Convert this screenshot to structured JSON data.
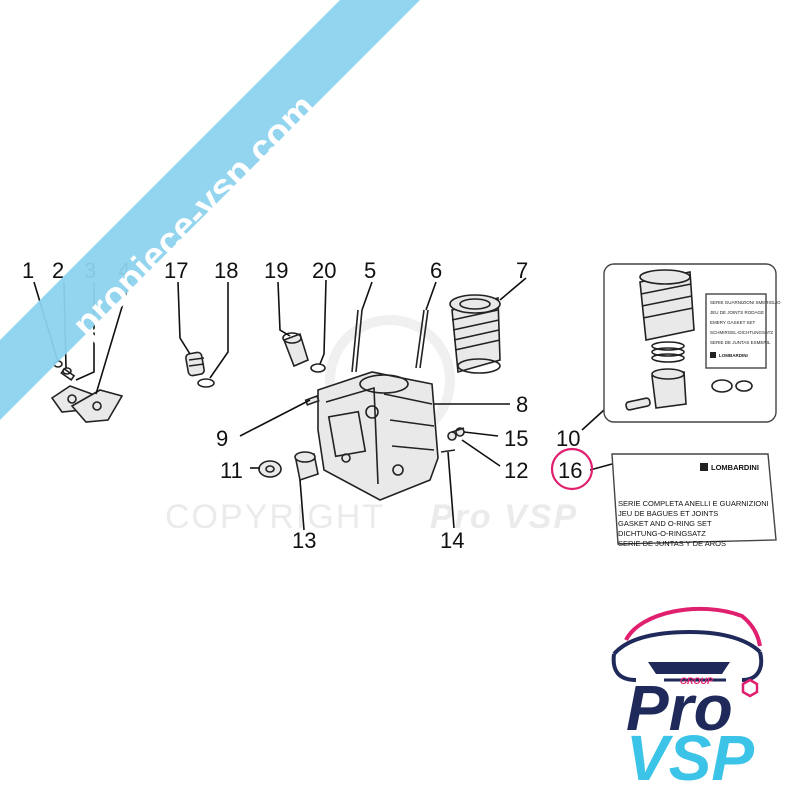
{
  "watermark": {
    "text": "propiece-vsp.com",
    "color": "#8dd3ee"
  },
  "copyright": {
    "text": "COPYRIGHT",
    "brand": "Pro VSP"
  },
  "callouts": [
    "1",
    "2",
    "3",
    "4",
    "17",
    "18",
    "19",
    "20",
    "5",
    "6",
    "7",
    "8",
    "9",
    "10",
    "11",
    "12",
    "13",
    "14",
    "15",
    "16"
  ],
  "highlight": {
    "part": "16",
    "color": "#e0206e"
  },
  "kit_box_top": {
    "lines": [
      "SERIE GUARNIZIONI SMERIGLIO",
      "JEU DE JOINTS RODAGE",
      "EMERY GASKET SET",
      "SCHMIRGEL-DICHTUNGSATZ",
      "SERIE DE JUNTAS ESMERIL"
    ],
    "brand": "LOMBARDINI"
  },
  "kit_box_16": {
    "brand": "LOMBARDINI",
    "lines": [
      "SERIE COMPLETA ANELLI E GUARNIZIONI",
      "JEU DE BAGUES ET JOINTS",
      "GASKET AND O-RING SET",
      "DICHTUNG-O-RINGSATZ",
      "SERIE DE JUNTAS Y DE AROS"
    ]
  },
  "logo": {
    "group": "GROUP",
    "pro": "Pro",
    "vsp": "VSP",
    "colors": {
      "navy": "#1f2a5a",
      "magenta": "#e0206e",
      "cyan": "#3cc4e8"
    }
  }
}
